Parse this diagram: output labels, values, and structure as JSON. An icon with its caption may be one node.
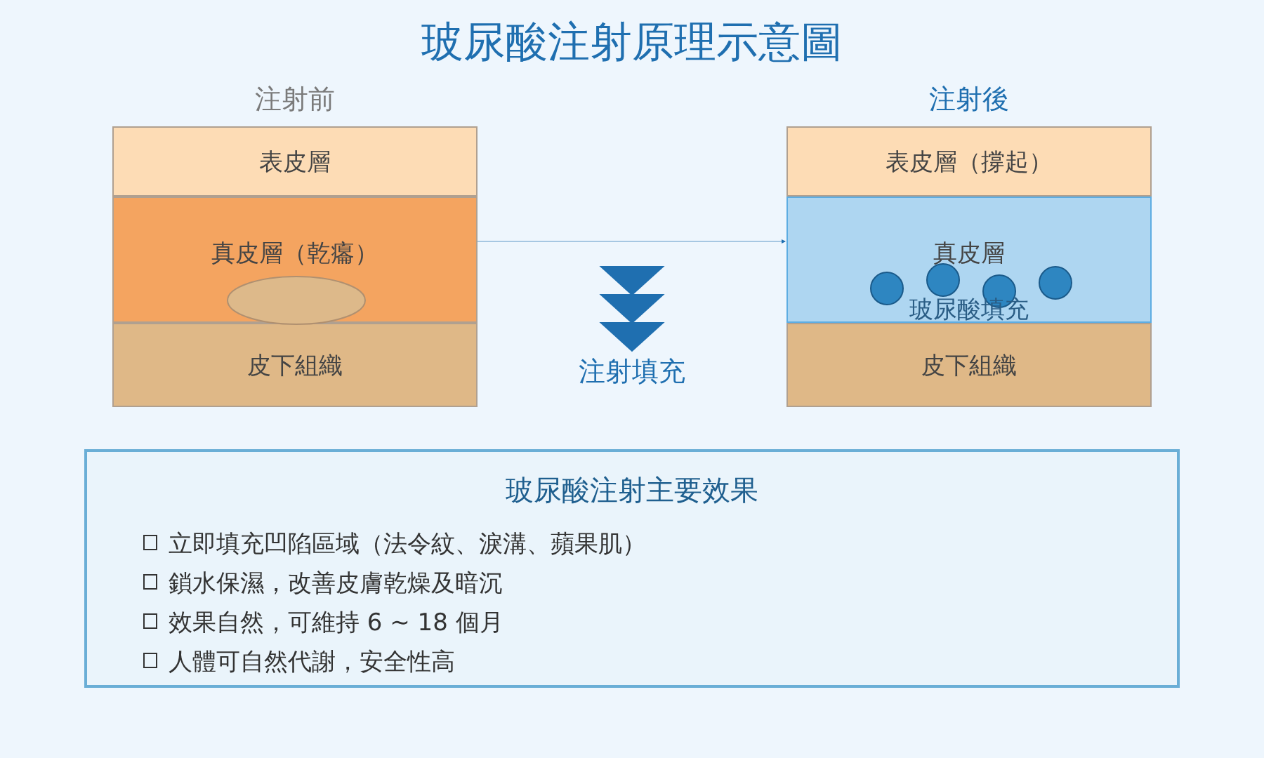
{
  "diagram": {
    "title": "玻尿酸注射原理示意圖",
    "nodes": [
      {
        "text": [
          "注射前"
        ]
      },
      {
        "text": [
          "表皮層"
        ],
        "in": 0
      },
      {
        "text": [
          "真皮層（乾癟）"
        ],
        "in": 0
      },
      {
        "text": [],
        "shape": "ellipse",
        "in": 2
      },
      {
        "text": [
          "皮下組織"
        ],
        "in": 0
      },
      {
        "text": [
          "注射後"
        ]
      },
      {
        "text": [
          "表皮層（撐起）"
        ],
        "in": 5
      },
      {
        "text": [
          "真皮層",
          "玻尿酸填充"
        ],
        "in": 5
      },
      {
        "text": [],
        "shape": "circle",
        "in": 7
      },
      {
        "text": [],
        "shape": "circle",
        "in": 7
      },
      {
        "text": [],
        "shape": "circle",
        "in": 7
      },
      {
        "text": [],
        "shape": "circle",
        "in": 7
      },
      {
        "text": [
          "皮下組織"
        ],
        "in": 5
      },
      {
        "text": [
          "玻尿酸注射主要效果",
          "立即填充凹陷區域（法令紋、淚溝、蘋果肌）",
          "鎖水保濕，改善皮膚乾燥及暗沉",
          "效果自然，可維持 6 ~ 18 個月",
          "人體可自然代謝，安全性高"
        ]
      }
    ],
    "edges": [
      {
        "from": 0,
        "to": 5,
        "arrow": "to",
        "label": "注射填充"
      }
    ]
  }
}
